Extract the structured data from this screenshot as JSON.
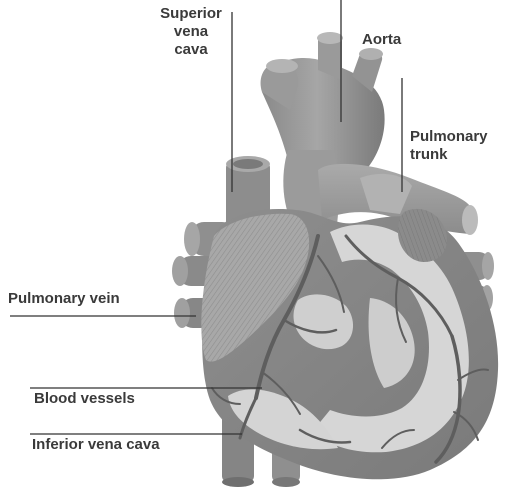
{
  "labels": {
    "superior_vena_cava": {
      "line1": "Superior",
      "line2": "vena",
      "line3": "cava"
    },
    "aorta": "Aorta",
    "pulmonary_trunk": {
      "line1": "Pulmonary",
      "line2": "trunk"
    },
    "pulmonary_vein": "Pulmonary vein",
    "blood_vessels": "Blood vessels",
    "inferior_vena_cava": "Inferior vena cava"
  },
  "colors": {
    "dark_tissue": "#7d7d7d",
    "mid_tissue": "#9a9a9a",
    "light_tissue": "#bdbdbd",
    "pale_fat": "#d9d9d9",
    "vessel_lines": "#555555",
    "leader_lines": "#333333",
    "label_text": "#3a3a3a"
  }
}
